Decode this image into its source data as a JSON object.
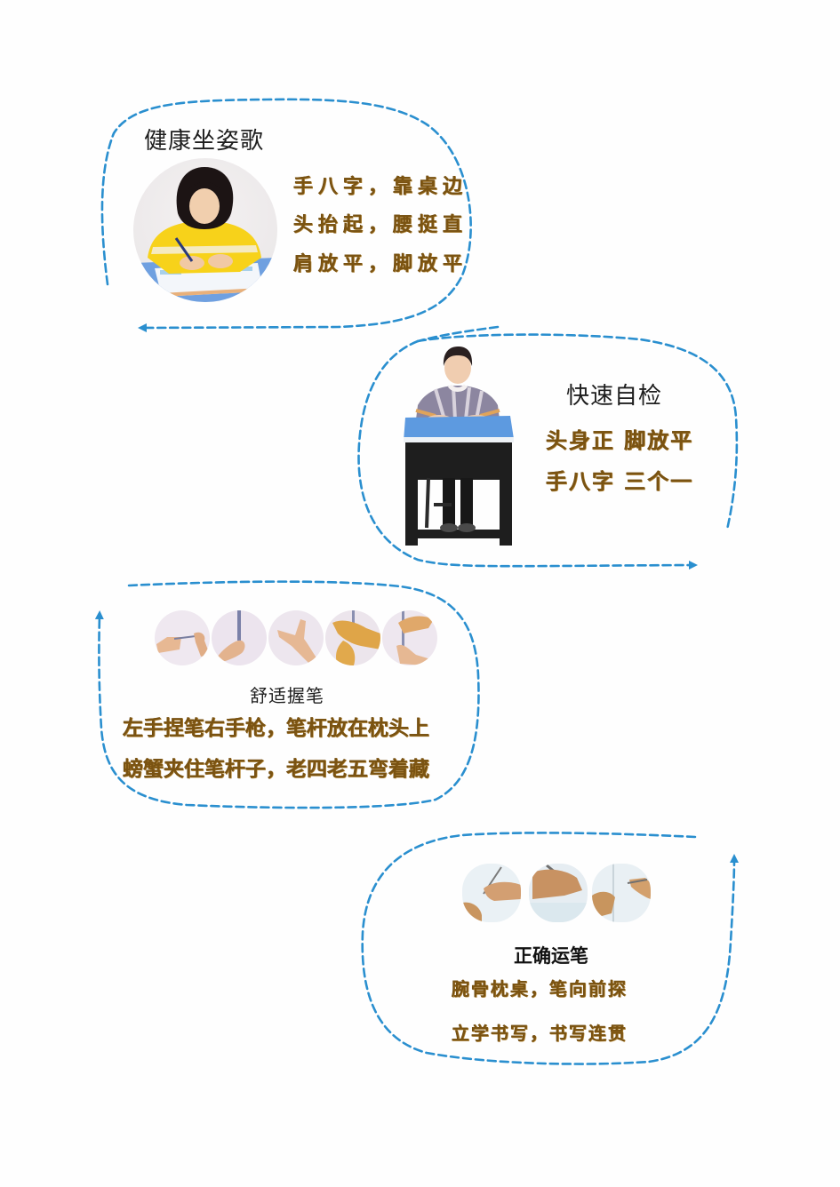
{
  "colors": {
    "path_line": "#2a8fcf",
    "heading_text": "#1e1e1e",
    "verse_text": "#7a5312",
    "background": "#ffffff"
  },
  "sections": [
    {
      "id": "healthy-sitting",
      "title": "健康坐姿歌",
      "lines": [
        "手八字，靠桌边",
        "头抬起，腰挺直",
        "肩放平，脚放平"
      ],
      "image": "girl-writing-at-desk-photo",
      "arrow_direction": "left"
    },
    {
      "id": "quick-self-check",
      "title": "快速自检",
      "lines": [
        "头身正  脚放平",
        "手八字  三个一"
      ],
      "image": "child-sitting-at-desk-photo",
      "arrow_direction": "right"
    },
    {
      "id": "comfortable-grip",
      "title": "舒适握笔",
      "lines": [
        "左手捏笔右手枪，笔杆放在枕头上",
        "螃蟹夹住笔杆子，老四老五弯着藏"
      ],
      "images": [
        "pinch-pen-photo",
        "hold-pen-upright-photo",
        "finger-gun-photo",
        "pen-rest-on-hand-photo",
        "final-grip-photo"
      ],
      "arrow_direction": "up"
    },
    {
      "id": "correct-pen-movement",
      "title": "正确运笔",
      "lines": [
        "腕骨枕桌，笔向前探",
        "立学书写，书写连贯"
      ],
      "images": [
        "wrist-on-desk-photo",
        "hand-writing-photo",
        "two-hands-paper-photo"
      ],
      "arrow_direction": "up"
    }
  ]
}
